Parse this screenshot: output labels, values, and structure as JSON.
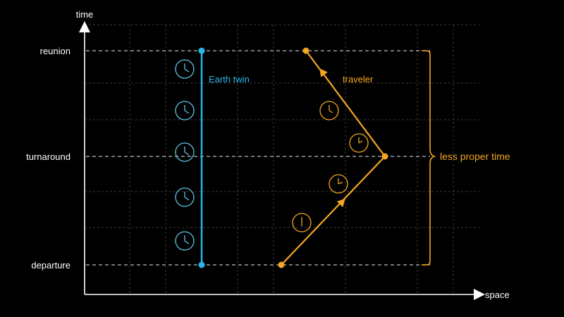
{
  "axes": {
    "y_label": "time",
    "x_label": "space"
  },
  "events": {
    "reunion": "reunion",
    "turnaround": "turnaround",
    "departure": "departure"
  },
  "earth_twin": {
    "label": "Earth twin",
    "color": "#29b6e8"
  },
  "traveler": {
    "label": "traveler",
    "color": "#f5a623"
  },
  "comparison": {
    "label": "less proper time"
  },
  "colors": {
    "background": "#000000",
    "grid": "#3a3a3a",
    "axis": "#ffffff",
    "dashed": "#bbbbbb"
  },
  "icons": {
    "earth_clocks": [
      "clock-icon",
      "clock-icon",
      "clock-icon",
      "clock-icon",
      "clock-icon"
    ],
    "traveler_clocks": [
      "clock-icon",
      "clock-icon",
      "clock-icon",
      "clock-icon"
    ]
  }
}
